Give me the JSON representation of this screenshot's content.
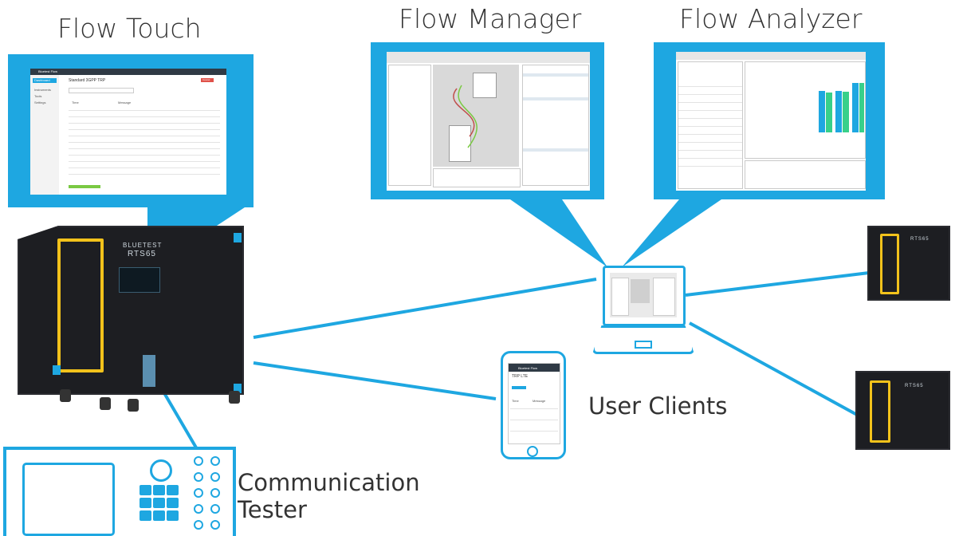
{
  "titles": {
    "flow_touch": "Flow Touch",
    "flow_manager": "Flow Manager",
    "flow_analyzer": "Flow Analyzer"
  },
  "labels": {
    "user_clients": "User Clients",
    "communication_tester": "Communication Tester"
  },
  "flow_touch_screen": {
    "app_name": "Bluetest Flow",
    "sidebar_items": [
      "Dashboard",
      "Instruments",
      "Tools",
      "Settings"
    ],
    "heading": "Standard 3GPP TRP",
    "table_headers": [
      "Time",
      "Message"
    ],
    "status_button": "Cancel"
  },
  "rack": {
    "brand": "BLUETEST",
    "model": "RTS65"
  },
  "phone_screen": {
    "app_name": "Bluetest Flow",
    "heading": "TRP LTE",
    "table_headers": [
      "Time",
      "Message"
    ]
  },
  "colors": {
    "accent": "#1ea7e1",
    "door": "#f2c21b",
    "rack": "#1d1e22"
  }
}
